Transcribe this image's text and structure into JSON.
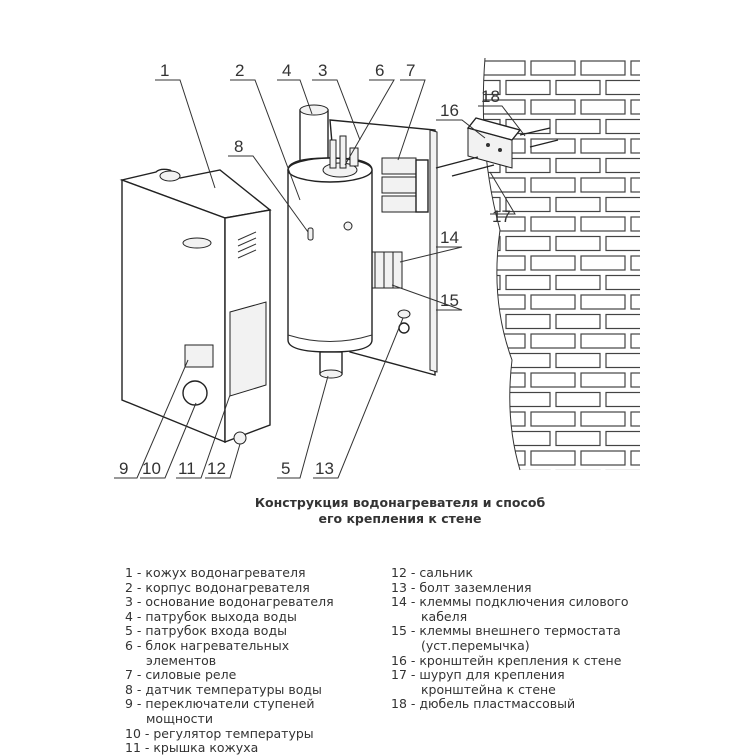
{
  "diagram": {
    "callouts": [
      "1",
      "2",
      "3",
      "4",
      "5",
      "6",
      "7",
      "8",
      "9",
      "10",
      "11",
      "12",
      "13",
      "14",
      "15",
      "16",
      "17",
      "18"
    ]
  },
  "caption": {
    "line1": "Конструкция водонагревателя и способ",
    "line2": "его крепления к стене"
  },
  "legend": {
    "left": [
      {
        "num": "1",
        "text": "кожух водонагревателя"
      },
      {
        "num": "2",
        "text": "корпус водонагревателя"
      },
      {
        "num": "3",
        "text": "основание водонагревателя"
      },
      {
        "num": "4",
        "text": "патрубок выхода воды"
      },
      {
        "num": "5",
        "text": "патрубок входа воды"
      },
      {
        "num": "6",
        "text": "блок нагревательных",
        "cont": "элементов"
      },
      {
        "num": "7",
        "text": "силовые реле"
      },
      {
        "num": "8",
        "text": "датчик температуры воды"
      },
      {
        "num": "9",
        "text": "переключатели ступеней",
        "cont": "мощности"
      },
      {
        "num": "10",
        "text": "регулятор температуры"
      },
      {
        "num": "11",
        "text": "крышка кожуха"
      }
    ],
    "right": [
      {
        "num": "12",
        "text": "сальник"
      },
      {
        "num": "13",
        "text": "болт заземления"
      },
      {
        "num": "14",
        "text": "клеммы подключения силового",
        "cont": "кабеля"
      },
      {
        "num": "15",
        "text": "клеммы внешнего термостата",
        "cont": "(уст.перемычка)"
      },
      {
        "num": "16",
        "text": "кронштейн крепления к стене"
      },
      {
        "num": "17",
        "text": "шуруп  для крепления",
        "cont": "кронштейна  к стене"
      },
      {
        "num": "18",
        "text": "дюбель пластмассовый"
      }
    ]
  }
}
